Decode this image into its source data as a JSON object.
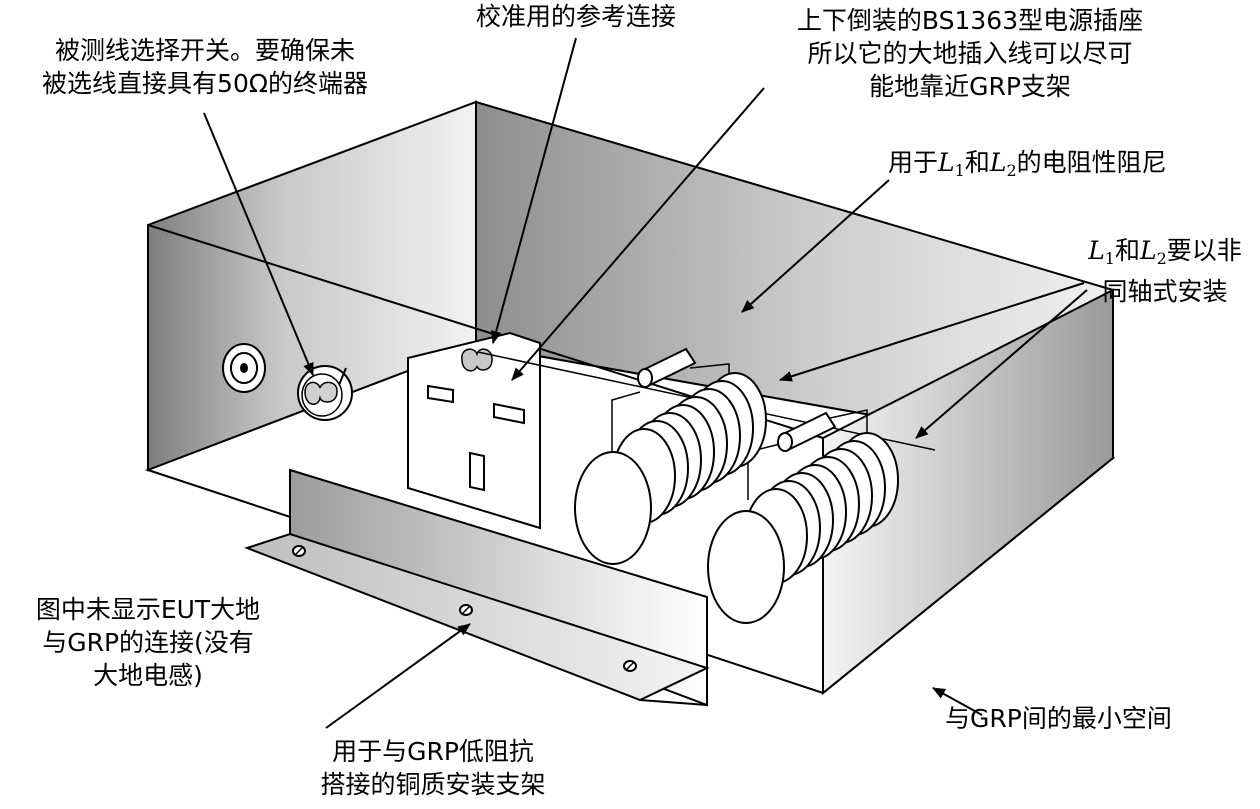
{
  "labels": {
    "switch": {
      "line1": "被测线选择开关。要确保未",
      "line2": "被选线直接具有50Ω的终端器"
    },
    "reference": {
      "line1": "校准用的参考连接"
    },
    "socket": {
      "line1": "上下倒装的BS1363型电源插座",
      "line2": "所以它的大地插入线可以尽可",
      "line3": "能地靠近GRP支架"
    },
    "damping": {
      "prefix": "用于",
      "var1": "L",
      "sub1": "1",
      "mid": "和",
      "var2": "L",
      "sub2": "2",
      "suffix": "的电阻性阻尼"
    },
    "coaxial": {
      "var1": "L",
      "sub1": "1",
      "mid": "和",
      "var2": "L",
      "sub2": "2",
      "suffix": "要以非",
      "line2": "同轴式安装"
    },
    "eut_ground": {
      "line1": "图中未显示EUT大地",
      "line2": "与GRP的连接(没有",
      "line3": "大地电感)"
    },
    "bracket": {
      "line1": "用于与GRP低阻抗",
      "line2": "搭接的铜质安装支架"
    },
    "min_space": {
      "line1": "与GRP间的最小空间"
    }
  },
  "colors": {
    "wall_gradient_dark": "#8e8e8e",
    "wall_gradient_light": "#f2f2f2",
    "right_wall_dark": "#9a9a9a",
    "bracket_dark": "#9c9c9c",
    "bracket_light": "#e4e4e4",
    "line": "#000000",
    "paper": "#ffffff"
  },
  "icons": [
    "bnc-connector-icon",
    "selector-switch-icon",
    "screw-icon"
  ]
}
